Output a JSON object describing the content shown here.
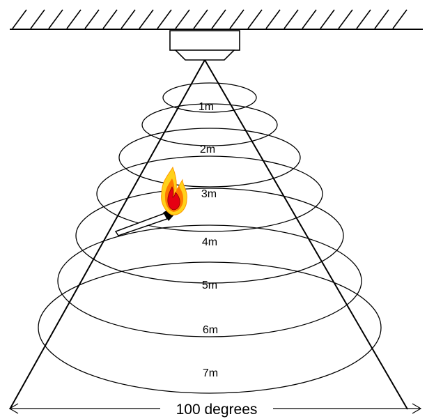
{
  "distance_labels": [
    "1m",
    "2m",
    "3m",
    "4m",
    "5m",
    "6m",
    "7m"
  ],
  "angle_label": "100 degrees",
  "colors": {
    "line": "#000000",
    "flame_outer": "#ffd21a",
    "flame_mid": "#ff7a00",
    "flame_inner": "#e60012",
    "background": "#ffffff"
  },
  "icons": [
    "ceiling-hatch-icon",
    "detector-icon",
    "flame-icon",
    "match-stick-icon"
  ]
}
